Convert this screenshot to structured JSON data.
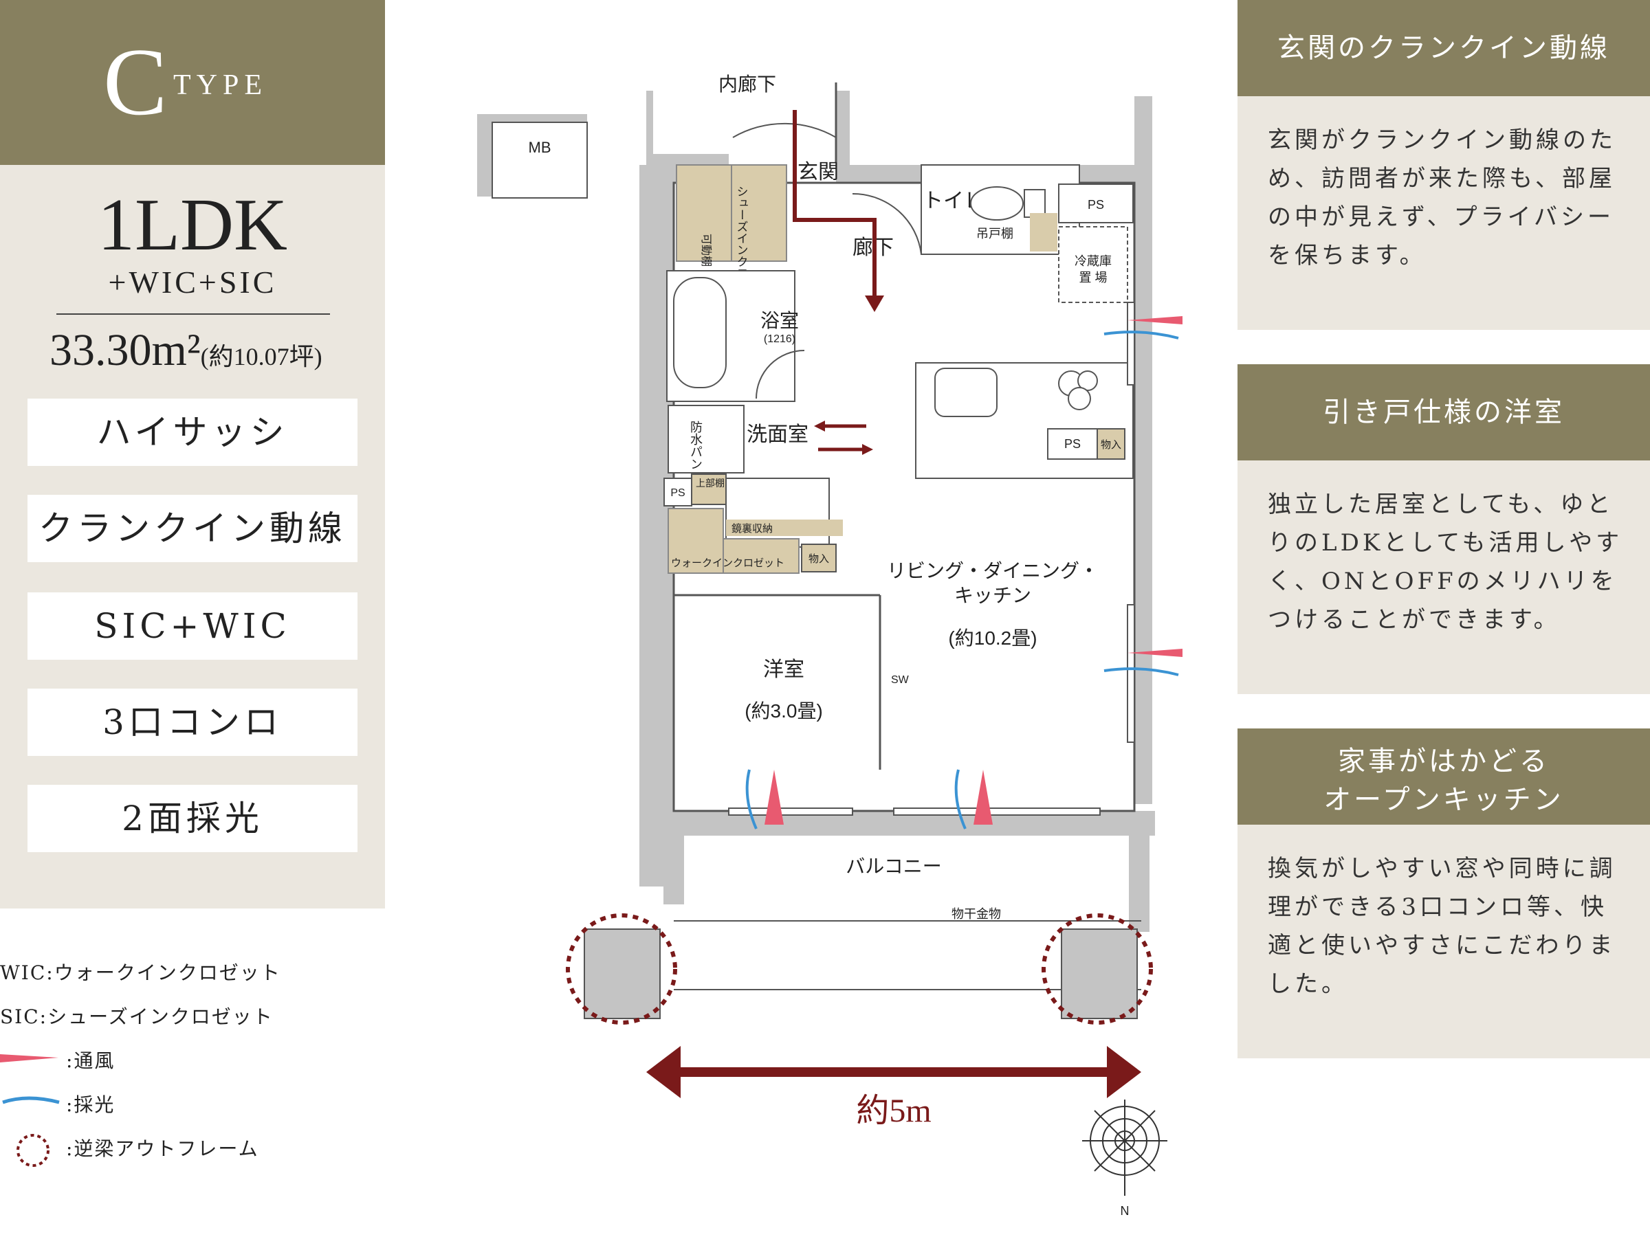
{
  "left_panel": {
    "type_letter": "C",
    "type_word": "TYPE",
    "plan_name": "1LDK",
    "plan_extra": "+WIC+SIC",
    "area_value": "33.30m²",
    "area_tsubo": "(約10.07坪)",
    "features": [
      "ハイサッシ",
      "クランクイン動線",
      "SIC+WIC",
      "3口コンロ",
      "2面採光"
    ]
  },
  "legend": {
    "wic": "WIC:ウォークインクロゼット",
    "sic": "SIC:シューズインクロゼット",
    "wind": ":通風",
    "light": ":採光",
    "frame": ":逆梁アウトフレーム"
  },
  "floorplan": {
    "corridor": "内廊下",
    "mb": "MB",
    "entrance": "玄関",
    "hall": "廊下",
    "toilet": "トイレ",
    "hanging_shelf": "吊戸棚",
    "ps": "PS",
    "fridge_line1": "冷蔵庫",
    "fridge_line2": "置 場",
    "movable_shelf": "可動棚",
    "shoes_in_closet": "シューズインクロゼット",
    "bath": "浴室",
    "bath_size": "(1216)",
    "waterproof_pan": "防水パン",
    "washroom": "洗面室",
    "upper_shelf": "上部棚",
    "mirror_storage": "鏡裏収納",
    "walk_in_closet": "ウォークインクロゼット",
    "storage": "物入",
    "ldk_line1": "リビング・ダイニング・",
    "ldk_line2": "キッチン",
    "ldk_size": "(約10.2畳)",
    "western_room": "洋室",
    "western_size": "(約3.0畳)",
    "sw": "SW",
    "balcony": "バルコニー",
    "drying_rack": "物干金物",
    "width_label": "約5m",
    "compass_n": "N"
  },
  "right_panels": [
    {
      "title": "玄関のクランクイン動線",
      "text": "玄関がクランクイン動線のため、訪問者が来た際も、部屋の中が見えず、プライバシーを保ちます。"
    },
    {
      "title": "引き戸仕様の洋室",
      "text": "独立した居室としても、ゆとりのLDKとしても活用しやすく、ONとOFFのメリハリをつけることができます。"
    },
    {
      "title_line1": "家事がはかどる",
      "title_line2": "オープンキッチン",
      "text": "換気がしやすい窓や同時に調理ができる3口コンロ等、快適と使いやすさにこだわりました。"
    }
  ],
  "colors": {
    "header_olive": "#87805f",
    "panel_beige": "#ebe7df",
    "accent_red": "#7a1a1a",
    "wall_gray": "#c4c4c4",
    "storage_tan": "#d9ccab",
    "wind_pink": "#e85a70",
    "light_blue": "#3b93d3"
  }
}
